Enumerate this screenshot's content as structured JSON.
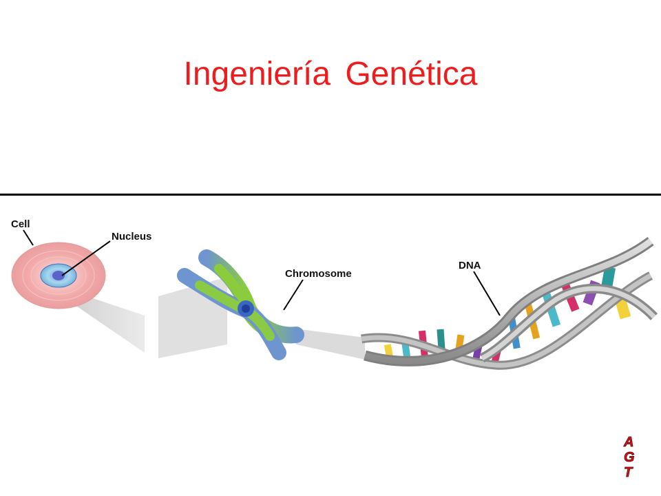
{
  "slide": {
    "title": "Ingeniería Genética"
  },
  "diagram": {
    "labels": {
      "cell": "Cell",
      "nucleus": "Nucleus",
      "chromosome": "Chromosome",
      "dna": "DNA"
    }
  },
  "logo": {
    "letters": [
      "A",
      "G",
      "T"
    ]
  },
  "colors": {
    "title": "#ee1c1c",
    "rule": "#000000",
    "cell": "#f2a9a9",
    "chromosome_green": "#8ccc3c",
    "chromosome_blue": "#6e95cf",
    "dna_backbone": "#b9b9b9",
    "logo": "#d8141a"
  }
}
